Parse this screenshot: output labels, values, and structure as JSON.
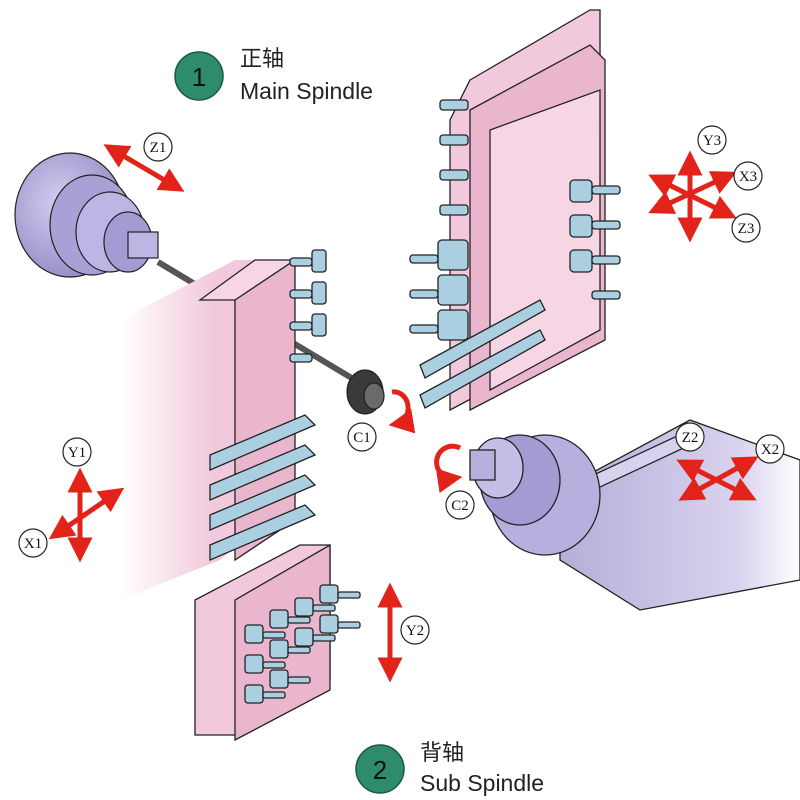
{
  "headers": {
    "main": {
      "number": "1",
      "title_cn": "正轴",
      "title_en": "Main Spindle"
    },
    "sub": {
      "number": "2",
      "title_cn": "背轴",
      "title_en": "Sub Spindle"
    }
  },
  "axes": {
    "z1": "Z1",
    "c1": "C1",
    "y1": "Y1",
    "x1": "X1",
    "y2": "Y2",
    "z2": "Z2",
    "x2": "X2",
    "c2": "C2",
    "y3": "Y3",
    "x3": "X3",
    "z3": "Z3"
  },
  "colors": {
    "badge": "#2e8b6e",
    "arrow": "#e2231a",
    "block_pink": "#f2c9dc",
    "block_edge": "#222222",
    "tool_blue": "#a9cfe0",
    "spindle_purple": "#b9b3e0"
  },
  "icons": [
    "rotation-arrow-icon",
    "double-arrow-icon",
    "cross-arrow-icon",
    "tri-arrow-icon"
  ]
}
